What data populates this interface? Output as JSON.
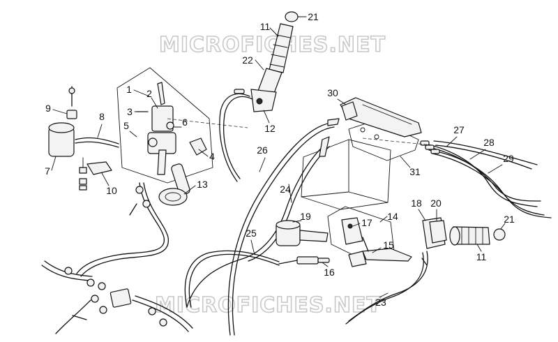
{
  "watermark": {
    "top": "MICROFICHES.NET",
    "bottom": "MICROFICHES.NET"
  },
  "callouts": {
    "c1": "1",
    "c2": "2",
    "c3": "3",
    "c4": "4",
    "c5": "5",
    "c6": "6",
    "c7": "7",
    "c8": "8",
    "c9": "9",
    "c10": "10",
    "c11a": "11",
    "c11b": "11",
    "c12": "12",
    "c13": "13",
    "c14": "14",
    "c15": "15",
    "c16": "16",
    "c17": "17",
    "c18": "18",
    "c19": "19",
    "c20": "20",
    "c21a": "21",
    "c21b": "21",
    "c22": "22",
    "c23": "23",
    "c24": "24",
    "c25": "25",
    "c26": "26",
    "c27": "27",
    "c28": "28",
    "c29": "29",
    "c30": "30",
    "c31": "31"
  }
}
